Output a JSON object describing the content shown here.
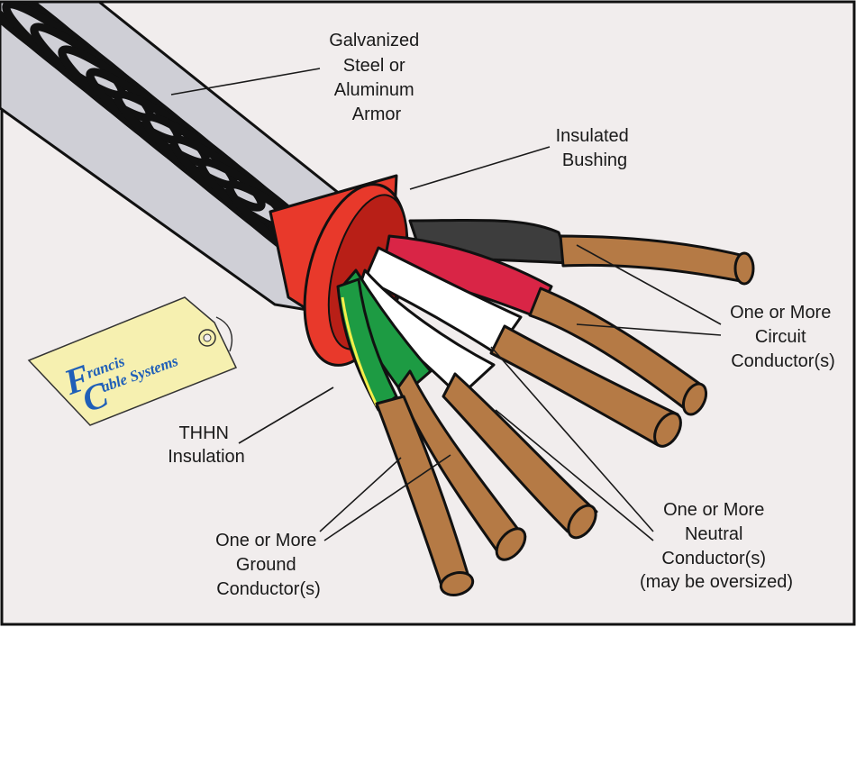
{
  "labels": {
    "armor": [
      "Galvanized",
      "Steel or",
      "Aluminum",
      "Armor"
    ],
    "bushing": [
      "Insulated",
      "Bushing"
    ],
    "circuit": [
      "One or More",
      "Circuit",
      "Conductor(s)"
    ],
    "thhn": [
      "THHN",
      "Insulation"
    ],
    "ground": [
      "One or More",
      "Ground",
      "Conductor(s)"
    ],
    "neutral": [
      "One or More",
      "Neutral",
      "Conductor(s)",
      "(may be oversized)"
    ]
  },
  "tag": {
    "line1": "rancis",
    "line2": "able Systems",
    "initial1": "F",
    "initial2": "C"
  },
  "colors": {
    "background": "#f1eded",
    "armor": "#cfcfd6",
    "bushing": "#e8392b",
    "copper": "#b57a45",
    "insulation_black": "#3d3d3d",
    "insulation_red": "#d92546",
    "insulation_white": "#ffffff",
    "insulation_green": "#1d9b43",
    "ground_stripe": "#f4ee4a",
    "tag": "#f6f0b0",
    "tag_text": "#1f5fb8"
  }
}
